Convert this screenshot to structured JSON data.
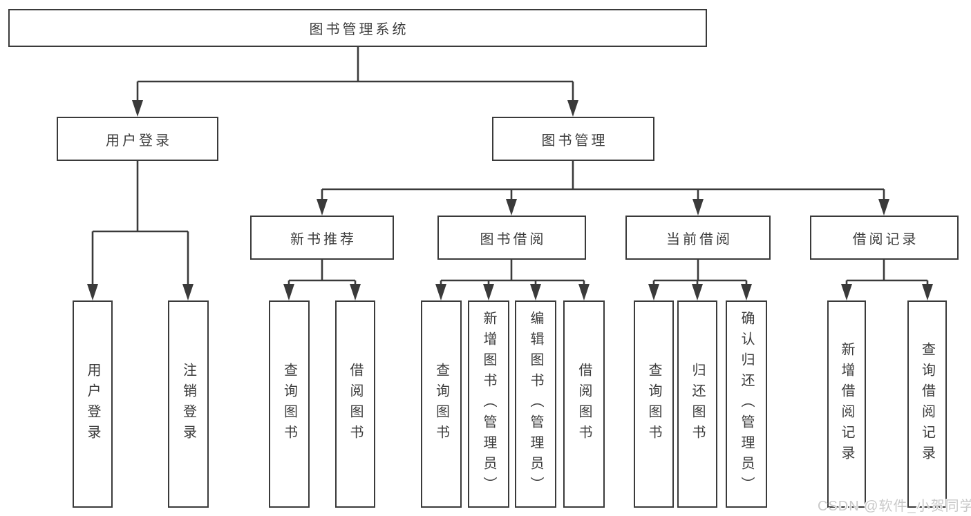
{
  "diagram_title": "图书管理系统",
  "tree": {
    "label": "图书管理系统",
    "children": [
      {
        "label": "用户登录",
        "children": [
          {
            "label": "用户登录"
          },
          {
            "label": "注销登录"
          }
        ]
      },
      {
        "label": "图书管理",
        "children": [
          {
            "label": "新书推荐",
            "children": [
              {
                "label": "查询图书"
              },
              {
                "label": "借阅图书"
              }
            ]
          },
          {
            "label": "图书借阅",
            "children": [
              {
                "label": "查询图书"
              },
              {
                "label": "新增图书（管理员）"
              },
              {
                "label": "编辑图书（管理员）"
              },
              {
                "label": "借阅图书"
              }
            ]
          },
          {
            "label": "当前借阅",
            "children": [
              {
                "label": "查询图书"
              },
              {
                "label": "归还图书"
              },
              {
                "label": "确认归还（管理员）"
              }
            ]
          },
          {
            "label": "借阅记录",
            "children": [
              {
                "label": "新增借阅记录"
              },
              {
                "label": "查询借阅记录"
              }
            ]
          }
        ]
      }
    ]
  },
  "watermark": {
    "text": "CSDN @软件_小贺同学"
  },
  "colors": {
    "line": "#3a3a3a",
    "text": "#3c3c3c",
    "background": "#ffffff",
    "watermark": "#c9c9c9"
  }
}
